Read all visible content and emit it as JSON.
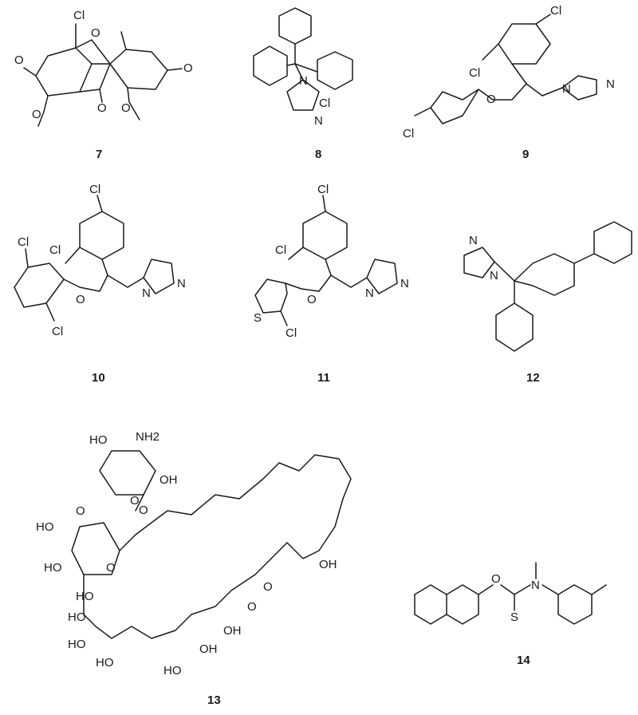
{
  "compounds": [
    {
      "number": "7",
      "atoms": [
        "Cl",
        "O",
        "O",
        "O",
        "O",
        "O",
        "O"
      ]
    },
    {
      "number": "8",
      "atoms": [
        "N",
        "N",
        "Cl"
      ]
    },
    {
      "number": "9",
      "atoms": [
        "Cl",
        "Cl",
        "O",
        "N",
        "N",
        "Cl"
      ]
    },
    {
      "number": "10",
      "atoms": [
        "Cl",
        "Cl",
        "Cl",
        "Cl",
        "O",
        "N",
        "N"
      ]
    },
    {
      "number": "11",
      "atoms": [
        "Cl",
        "Cl",
        "S",
        "Cl",
        "O",
        "N",
        "N"
      ]
    },
    {
      "number": "12",
      "atoms": [
        "N",
        "N"
      ]
    },
    {
      "number": "13",
      "atoms": [
        "HO",
        "NH2",
        "OH",
        "O",
        "O",
        "HO",
        "O",
        "HO",
        "O",
        "HO",
        "HO",
        "O",
        "O",
        "OH",
        "HO",
        "HO",
        "OH",
        "HO",
        "OH"
      ]
    },
    {
      "number": "14",
      "atoms": [
        "O",
        "N",
        "S"
      ]
    }
  ]
}
